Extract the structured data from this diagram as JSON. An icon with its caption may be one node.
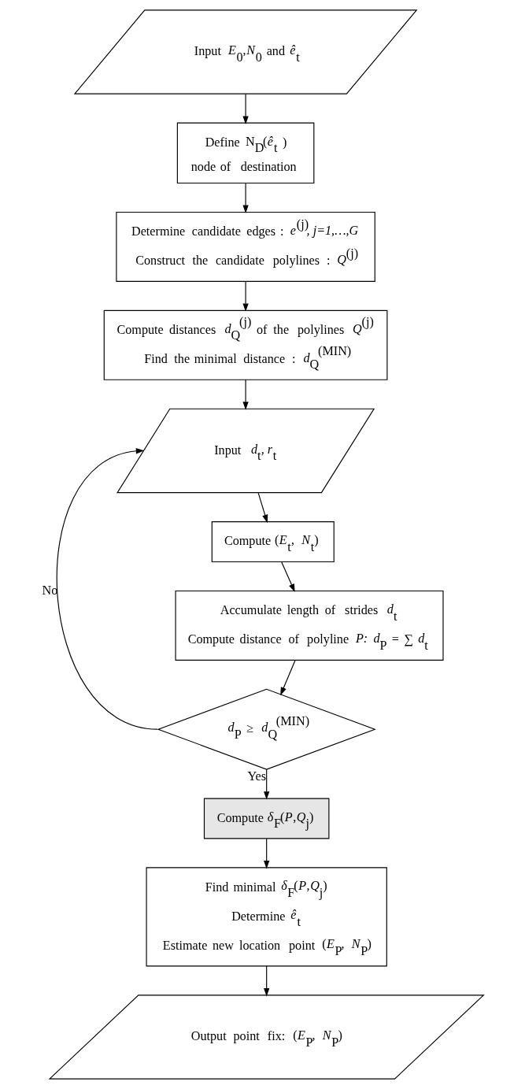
{
  "diagram": {
    "nodes": [
      {
        "text": [
          "Input *E*$_{0}$,*N*$_{0}$ and *ê*$_{t}$"
        ]
      },
      {
        "text": [
          "Define N$_{D}$(*ê*$_{t}$ )",
          "node of destination"
        ]
      },
      {
        "text": [
          "Determine candidate edges : *e*$^{(j)}$*, j=1,…,G*",
          "Construct the candidate polylines : *Q*$^{(j)}$"
        ]
      },
      {
        "text": [
          "Compute distances *d*$_{Q}$$^{(j)}$ of the polylines *Q*$^{(j)}$",
          "Find the minimal distance : *d*$_{Q}$$^{(MIN)}$"
        ]
      },
      {
        "text": [
          "Input *d*$_{t}$*, r*$_{t}$"
        ]
      },
      {
        "text": [
          "Compute (*E*$_{t}$, *N*$_{t}$)"
        ]
      },
      {
        "text": [
          "Accumulate length of strides *d*$_{t}$",
          "Compute distance of polyline *P:* *d*$_{P}$ = ∑ *d*$_{t}$"
        ]
      },
      {
        "text": [
          "*d*$_{P}$ ≥ *d*$_{Q}$$^{(MIN)}$"
        ]
      },
      {
        "text": [
          "Compute *δ*$_{F}$(*P*,*Q*$_{j}$)"
        ]
      },
      {
        "text": [
          "Find minimal *δ*$_{F}$(*P*,*Q*$_{j}$)",
          "Determine *ê*$_{t}$",
          "Estimate new location point (*E*$_{P}$, *N*$_{P}$)"
        ]
      },
      {
        "text": [
          "Output point fix: (*E*$_{P}$, *N*$_{P}$)"
        ]
      }
    ],
    "edges": [
      {
        "from": 0,
        "to": 1,
        "arrow": "to"
      },
      {
        "from": 1,
        "to": 2,
        "arrow": "to"
      },
      {
        "from": 2,
        "to": 3,
        "arrow": "to"
      },
      {
        "from": 3,
        "to": 4,
        "arrow": "to"
      },
      {
        "from": 4,
        "to": 5,
        "arrow": "to"
      },
      {
        "from": 5,
        "to": 6,
        "arrow": "to"
      },
      {
        "from": 6,
        "to": 7,
        "arrow": "to"
      },
      {
        "from": 7,
        "to": 4,
        "arrow": "to",
        "label": "No"
      },
      {
        "from": 7,
        "to": 8,
        "arrow": "to",
        "label": "Yes"
      },
      {
        "from": 8,
        "to": 9,
        "arrow": "to"
      },
      {
        "from": 9,
        "to": 10,
        "arrow": "to"
      }
    ]
  }
}
